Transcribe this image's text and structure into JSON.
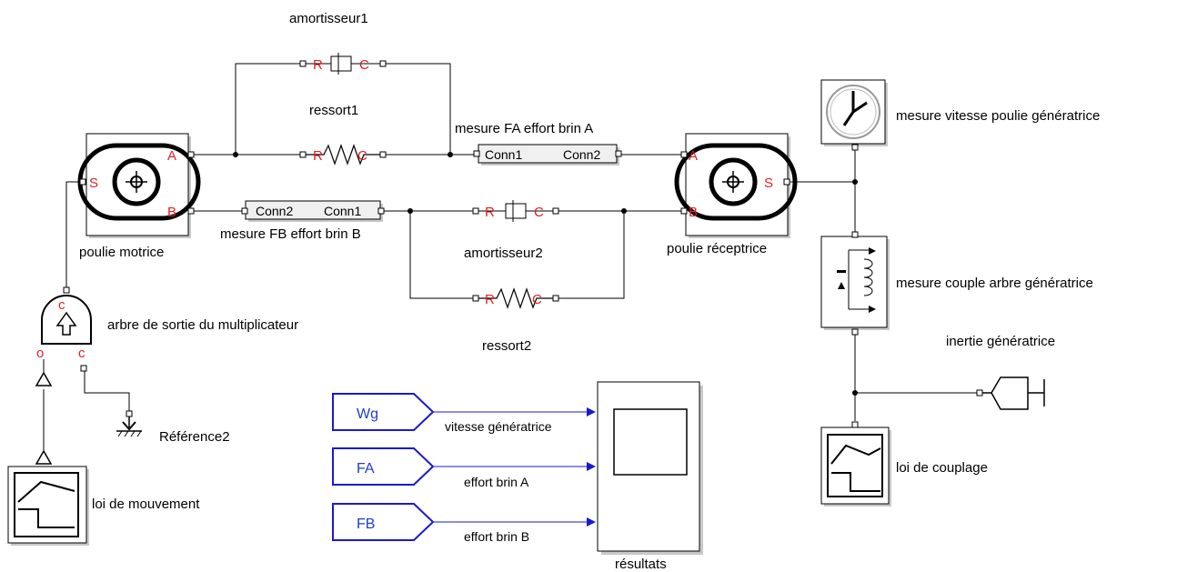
{
  "labels": {
    "amortisseur1": "amortisseur1",
    "ressort1": "ressort1",
    "mesure_fa": "mesure FA effort brin A",
    "mesure_fb": "mesure FB effort brin B",
    "amortisseur2": "amortisseur2",
    "ressort2": "ressort2",
    "poulie_motrice": "poulie motrice",
    "poulie_receptrice": "poulie réceptrice",
    "mesure_vitesse": "mesure vitesse poulie génératrice",
    "mesure_couple": "mesure couple arbre génératrice",
    "inertie": "inertie génératrice",
    "loi_couplage": "loi de couplage",
    "arbre_sortie": "arbre de sortie du multiplicateur",
    "reference2": "Référence2",
    "loi_mouvement": "loi de mouvement",
    "resultats": "résultats"
  },
  "ports": {
    "A": "A",
    "B": "B",
    "S": "S",
    "R": "R",
    "C": "C"
  },
  "sensor_ports": {
    "conn1": "Conn1",
    "conn2": "Conn2"
  },
  "gotos": {
    "wg": "Wg",
    "fa": "FA",
    "fb": "FB"
  },
  "signals": {
    "vitesse": "vitesse génératrice",
    "effort_a": "effort brin A",
    "effort_b": "effort brin B"
  }
}
